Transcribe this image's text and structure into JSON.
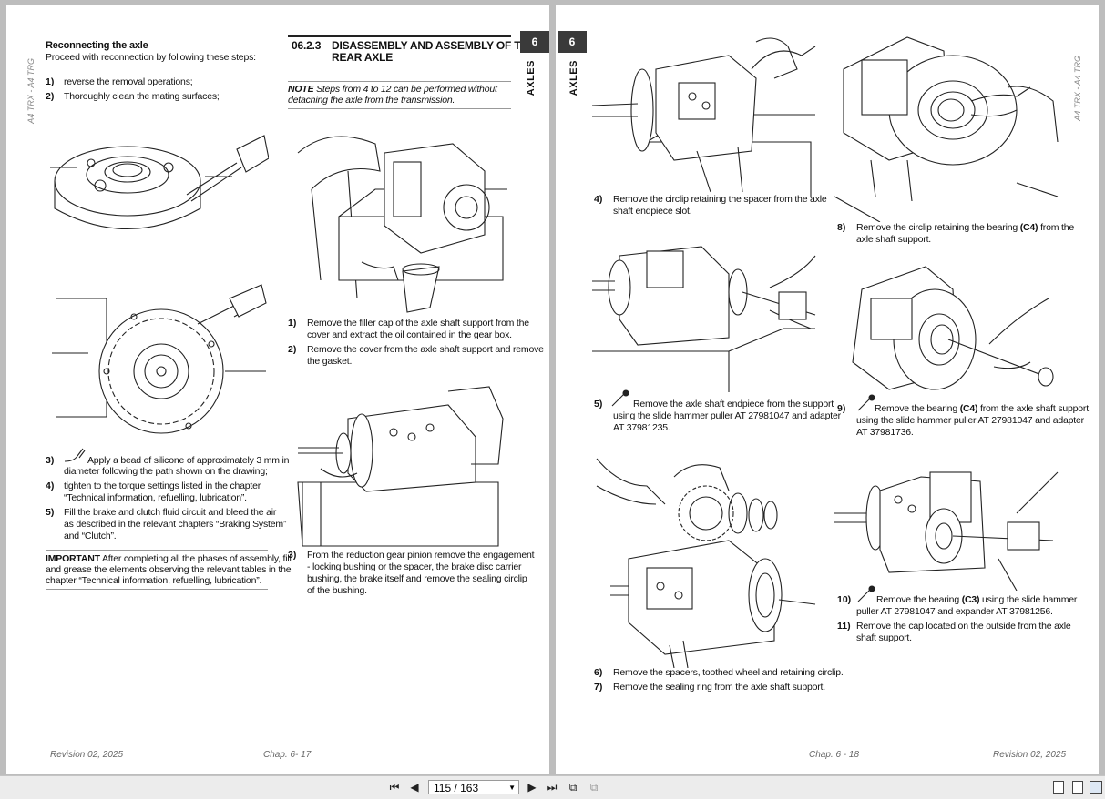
{
  "viewer": {
    "page_indicator": "115 / 163"
  },
  "left_page": {
    "side_tag": "A4 TRX - A4 TRG",
    "chapter_number": "6",
    "chapter_label": "AXLES",
    "col1": {
      "heading": "Reconnecting the axle",
      "intro": "Proceed with reconnection by following these steps:",
      "steps_a": [
        {
          "n": "1)",
          "text": "reverse the removal operations;"
        },
        {
          "n": "2)",
          "text": "Thoroughly clean the mating surfaces;"
        }
      ],
      "steps_b": [
        {
          "n": "3)",
          "line1": "Apply a bead of silicone of approximately 3 mm in",
          "line2": "diameter following the path shown on the drawing;"
        },
        {
          "n": "4)",
          "line1": "tighten to the torque settings listed in the chapter",
          "line2": "“Technical information, refuelling, lubrication”."
        },
        {
          "n": "5)",
          "line1": "Fill the brake and clutch fluid circuit and bleed the air",
          "line2": "as described in the relevant chapters “Braking System”",
          "line3": "and “Clutch”."
        }
      ],
      "important_label": "IMPORTANT",
      "important_line1": " After completing all the phases of assembly, fill",
      "important_line2": "and grease the elements observing the relevant tables in the",
      "important_line3": "chapter “Technical information, refuelling, lubrication”."
    },
    "col2": {
      "section_number": "06.2.3",
      "section_title_line1": "DISASSEMBLY AND ASSEMBLY OF THE",
      "section_title_line2": "REAR AXLE",
      "note_label": "NOTE",
      "note_line1": " Steps from 4 to 12 can be performed without",
      "note_line2": "detaching the axle from the transmission.",
      "steps_a": [
        {
          "n": "1)",
          "line1": "Remove the filler cap of the axle shaft support from the",
          "line2": "cover and extract the oil contained in the gear box."
        },
        {
          "n": "2)",
          "line1": "Remove the cover from the axle shaft support and remove",
          "line2": "the gasket."
        }
      ],
      "step3_n": "3)",
      "step3_line1": "From the reduction gear pinion remove the engagement",
      "step3_line2": "- locking bushing or the spacer, the brake disc carrier",
      "step3_line3": "bushing, the brake itself and remove the sealing circlip",
      "step3_line4": "of the bushing."
    },
    "footer_left": "Revision 02, 2025",
    "footer_right": "Chap. 6- 17"
  },
  "right_page": {
    "side_tag": "A4 TRX - A4 TRG",
    "chapter_number": "6",
    "chapter_label": "AXLES",
    "col1": {
      "step4_n": "4)",
      "step4_line1": "Remove the circlip retaining the spacer from the axle",
      "step4_line2": "shaft endpiece slot.",
      "step5_n": "5)",
      "step5_line1": "Remove the axle shaft endpiece from the support",
      "step5_line2": "using the slide hammer puller AT 27981047 and adapter",
      "step5_line3": "AT 37981235.",
      "step6_n": "6)",
      "step6_text": "Remove the spacers, toothed wheel and retaining circlip.",
      "step7_n": "7)",
      "step7_text": "Remove the sealing ring from the axle shaft support."
    },
    "col2": {
      "step8_n": "8)",
      "step8_line1a": "Remove the circlip retaining the bearing ",
      "step8_code": "(C4)",
      "step8_line1b": " from the",
      "step8_line2": "axle shaft support.",
      "step9_n": "9)",
      "step9_line1a": "Remove the bearing ",
      "step9_code": "(C4)",
      "step9_line1b": " from the axle shaft support",
      "step9_line2": "using the slide hammer puller AT 27981047 and adapter",
      "step9_line3": "AT 37981736.",
      "step10_n": "10)",
      "step10_line1a": "Remove the bearing ",
      "step10_code": "(C3)",
      "step10_line1b": " using the slide hammer",
      "step10_line2": "puller AT 27981047 and expander AT 37981256.",
      "step11_n": "11)",
      "step11_line1": "Remove the cap located on the outside from the axle",
      "step11_line2": "shaft support."
    },
    "footer_left": "Chap. 6 - 18",
    "footer_right": "Revision 02, 2025"
  }
}
